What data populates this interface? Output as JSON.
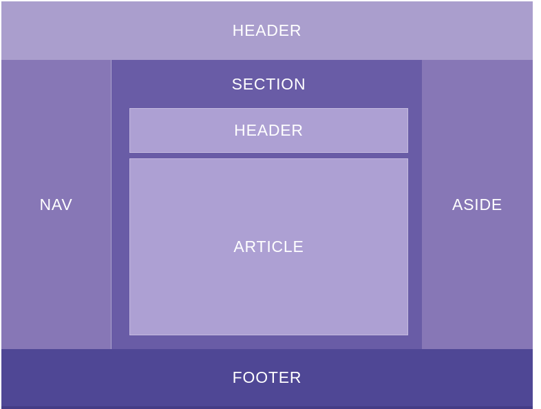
{
  "diagram": {
    "page_header": {
      "label": "HEADER"
    },
    "nav": {
      "label": "NAV"
    },
    "section": {
      "label": "SECTION",
      "inner_header": {
        "label": "HEADER"
      },
      "article": {
        "label": "ARTICLE"
      }
    },
    "aside": {
      "label": "ASIDE"
    },
    "page_footer": {
      "label": "FOOTER"
    },
    "colors": {
      "canvas_bg": "#ffffff",
      "page_header_bg": "#aa9ecd",
      "nav_bg": "#8777b6",
      "section_bg": "#695ca6",
      "inner_box_bg": "#ada0d3",
      "inner_box_border": "#c6bbe0",
      "aside_bg": "#8777b6",
      "footer_bg": "#4f4795",
      "footer_edge": "#453c86",
      "label_text": "#ffffff"
    }
  }
}
